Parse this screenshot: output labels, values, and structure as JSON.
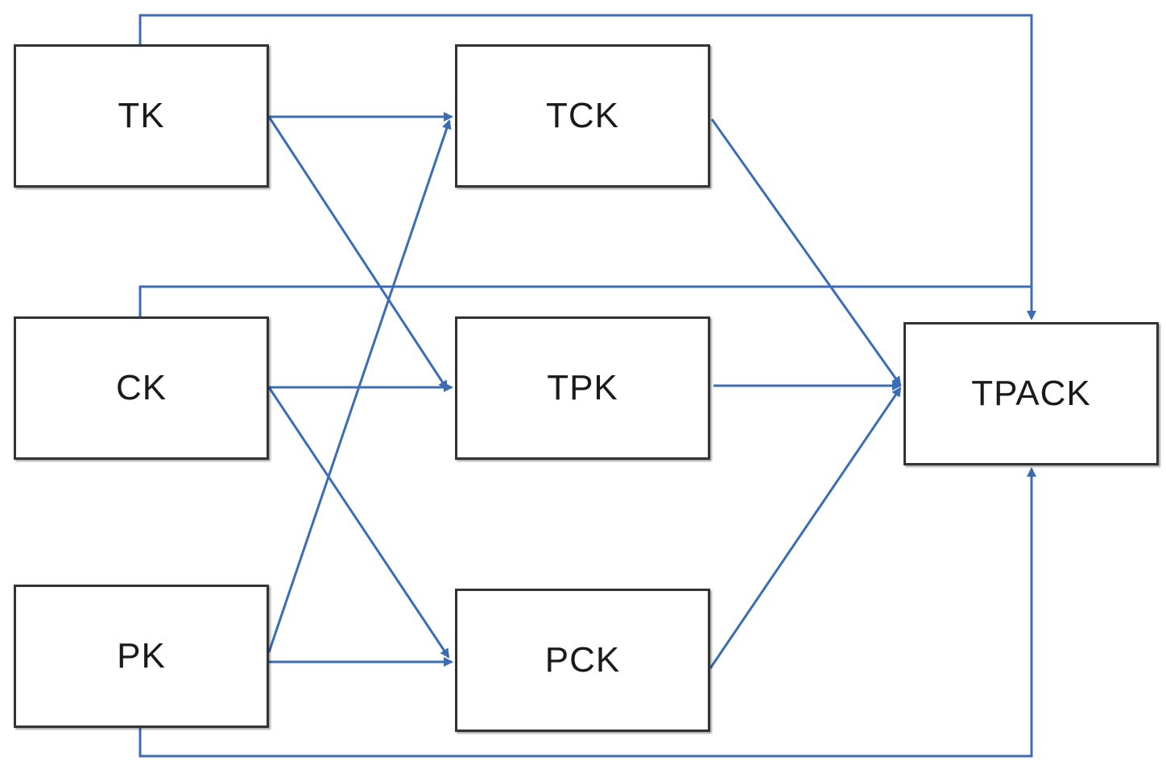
{
  "diagram": {
    "colors": {
      "edge": "#3b6db5",
      "node_border": "#333333",
      "text": "#1a1a1a"
    },
    "nodes": {
      "tk": "TK",
      "ck": "CK",
      "pk": "PK",
      "tck": "TCK",
      "tpk": "TPK",
      "pck": "PCK",
      "tpack": "TPACK"
    },
    "edges": [
      {
        "from": "TK",
        "to": "TCK"
      },
      {
        "from": "TK",
        "to": "TPK"
      },
      {
        "from": "TK",
        "to": "TPACK"
      },
      {
        "from": "CK",
        "to": "TPK"
      },
      {
        "from": "CK",
        "to": "PCK"
      },
      {
        "from": "CK",
        "to": "TPACK"
      },
      {
        "from": "PK",
        "to": "TCK"
      },
      {
        "from": "PK",
        "to": "PCK"
      },
      {
        "from": "PK",
        "to": "TPACK"
      },
      {
        "from": "TCK",
        "to": "TPACK"
      },
      {
        "from": "TPK",
        "to": "TPACK"
      },
      {
        "from": "PCK",
        "to": "TPACK"
      }
    ]
  }
}
